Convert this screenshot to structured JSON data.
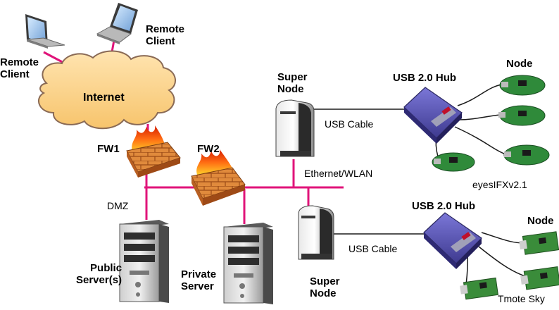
{
  "labels": {
    "remote_client_top": [
      "Remote",
      "Client"
    ],
    "remote_client_left": [
      "Remote",
      "Client"
    ],
    "internet": "Internet",
    "fw1": "FW1",
    "fw2": "FW2",
    "dmz": "DMZ",
    "public_server": [
      "Public",
      "Server(s)"
    ],
    "private_server": [
      "Private",
      "Server"
    ],
    "super_node_top": [
      "Super",
      "Node"
    ],
    "super_node_bottom": [
      "Super",
      "Node"
    ],
    "usb_cable_top": "USB Cable",
    "usb_cable_bottom": "USB Cable",
    "ethernet_wlan": "Ethernet/WLAN",
    "usb_hub_top": "USB 2.0 Hub",
    "usb_hub_bottom": "USB 2.0 Hub",
    "node_top": "Node",
    "node_bottom": "Node",
    "eyes_ifx": "eyesIFXv2.1",
    "tmote_sky": "Tmote Sky"
  },
  "colors": {
    "network_line": "#e0147a",
    "cable_line": "#1b1b1b",
    "cloud_fill": "#ffd48a",
    "cloud_stroke": "#8a6a55",
    "hub_fill": "#5a55b6",
    "firewall_brick": "#d6762e",
    "flame": "#ff5a10"
  }
}
